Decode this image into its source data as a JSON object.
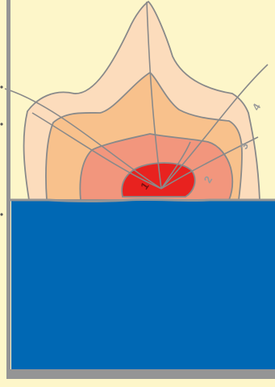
{
  "diagram": {
    "zones": [
      {
        "id": "1",
        "label": "1",
        "fill": "#e8221f"
      },
      {
        "id": "2",
        "label": "2",
        "fill": "#f2967d"
      },
      {
        "id": "3",
        "label": "3",
        "fill": "#f8c18c"
      },
      {
        "id": "4",
        "label": "4",
        "fill": "#fcdcbc"
      }
    ],
    "colors": {
      "background": "#fdf6c9",
      "water": "#0068b4",
      "frame": "#959595",
      "outline": "#8a8a8a",
      "label_text": "#9a9a9a",
      "label_text_dark": "#7a1010"
    }
  }
}
